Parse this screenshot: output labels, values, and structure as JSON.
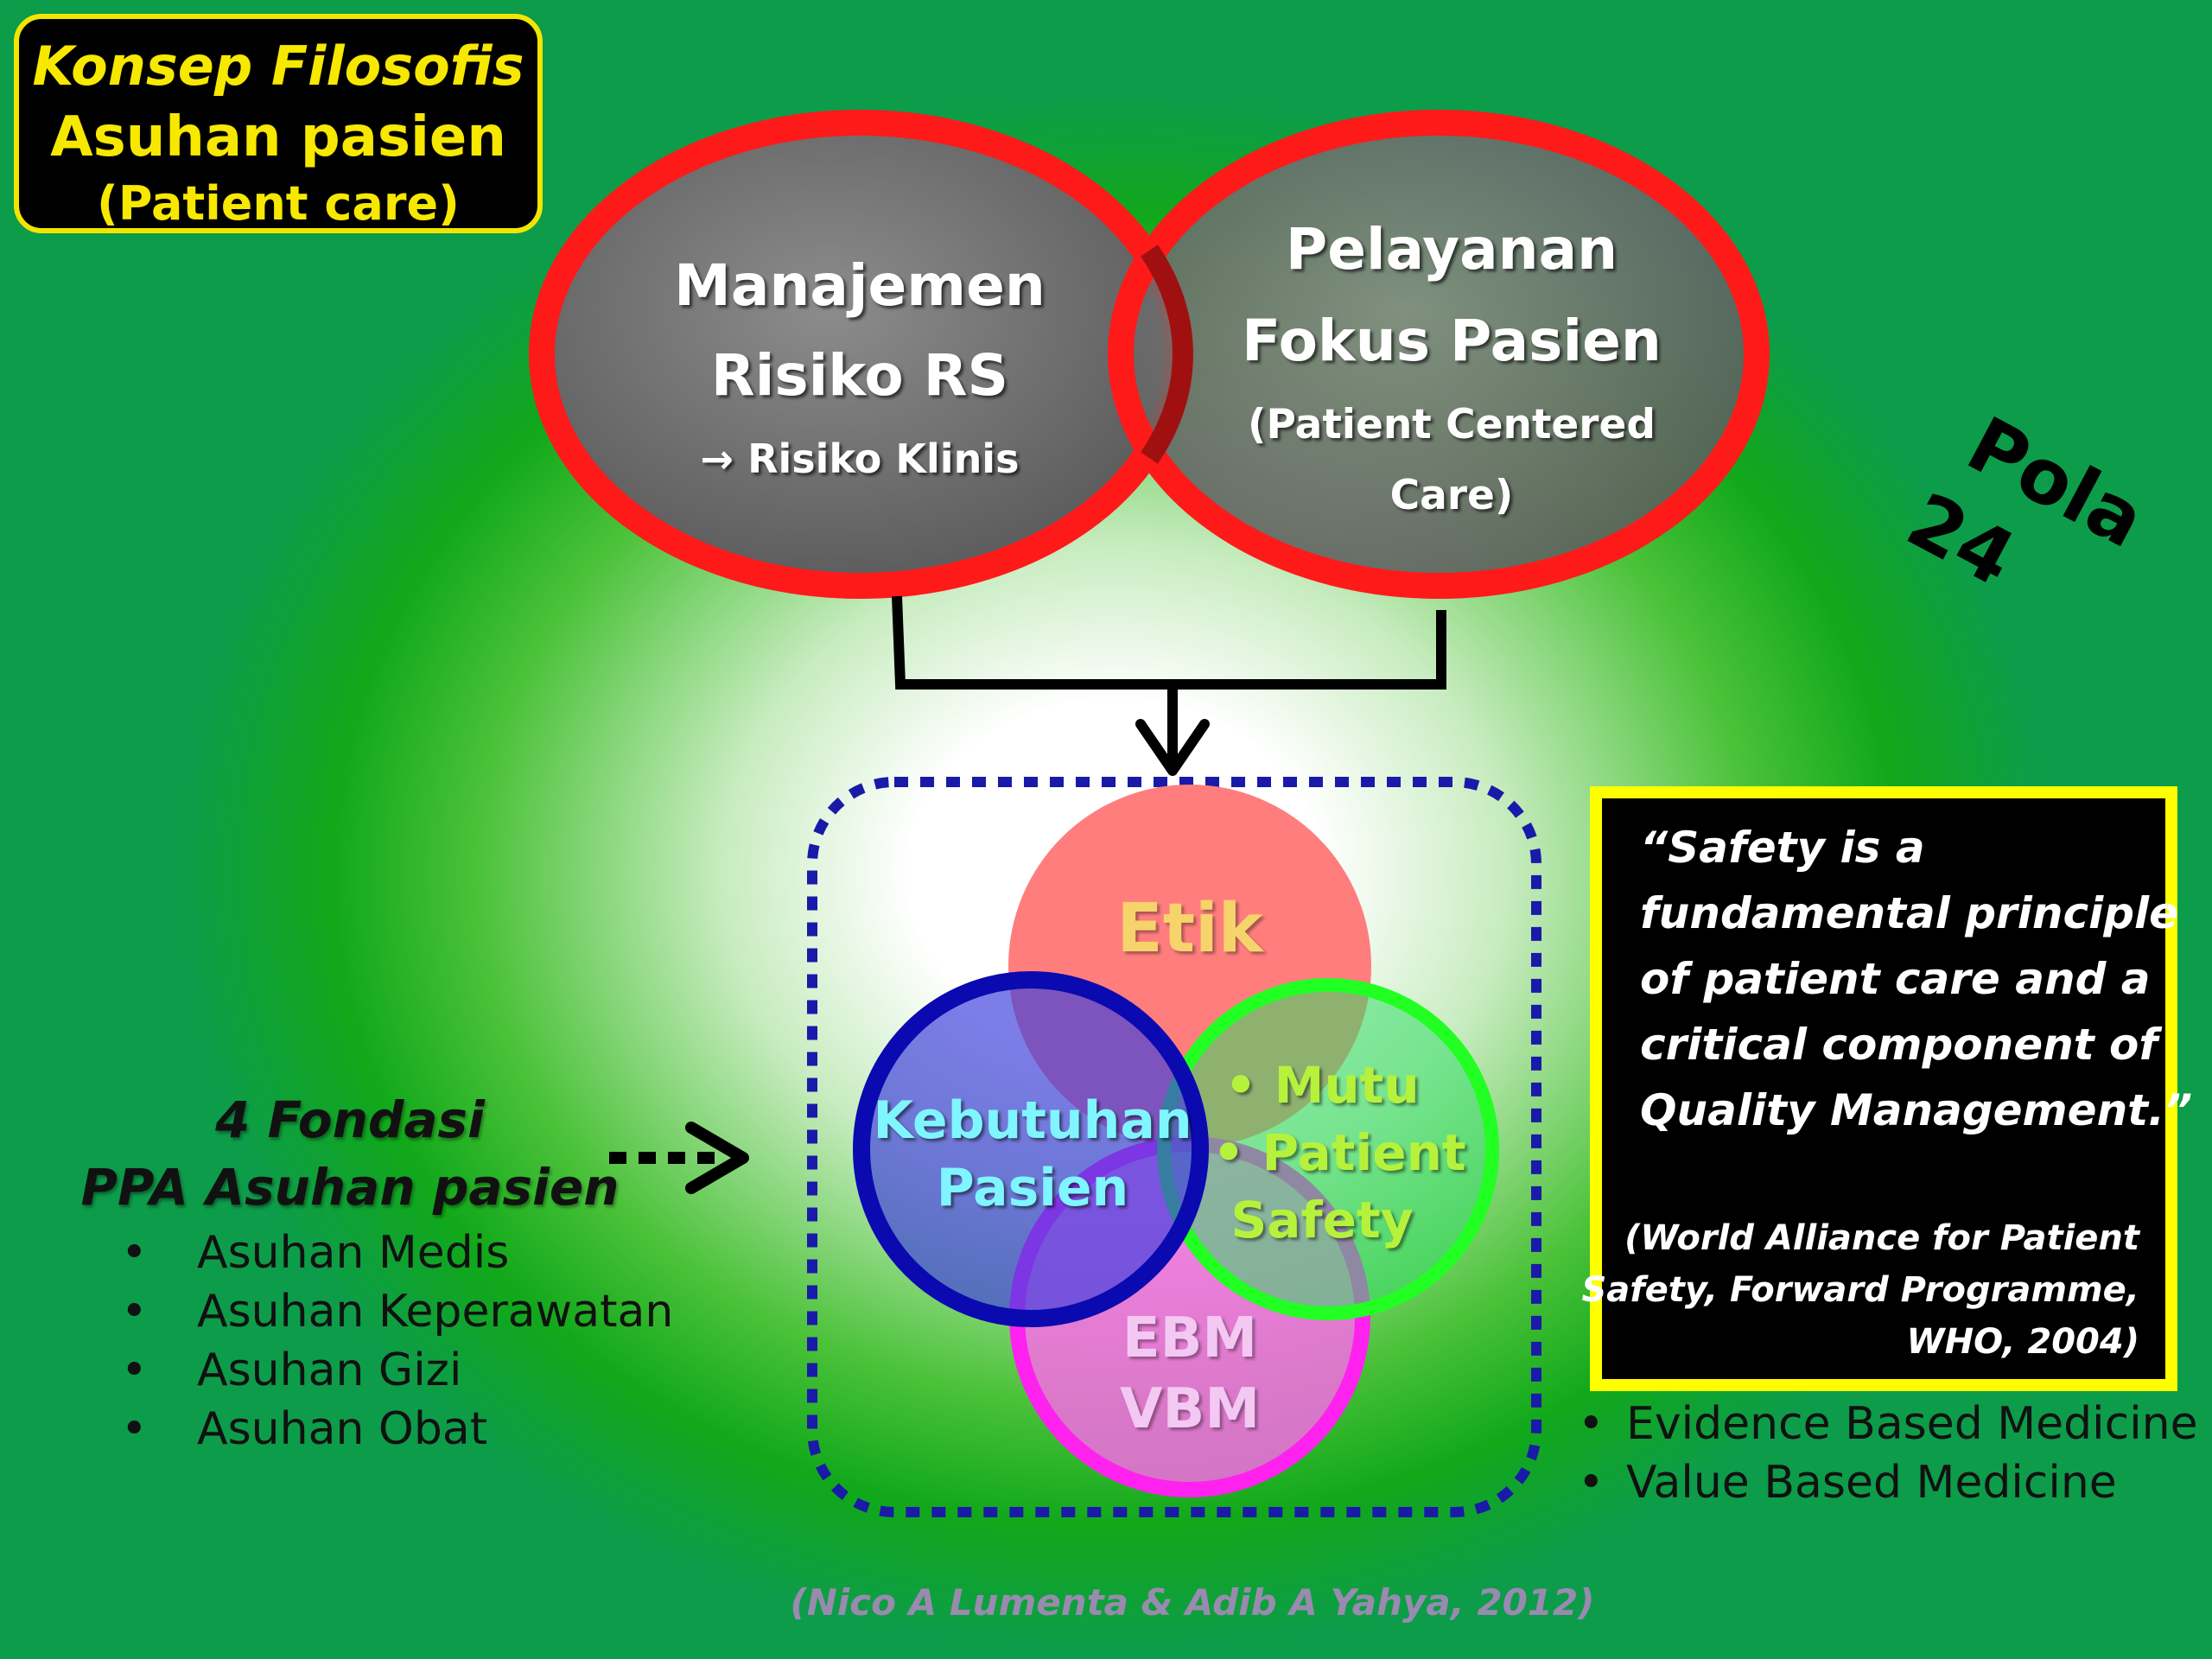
{
  "title": {
    "line1": "Konsep Filosofis",
    "line2": "Asuhan pasien",
    "line3": "(Patient care)"
  },
  "left_ellipse": {
    "line1": "Manajemen",
    "line2": "Risiko RS",
    "line3": "→ Risiko Klinis"
  },
  "right_ellipse": {
    "line1": "Pelayanan",
    "line2": "Fokus Pasien",
    "line3": "(Patient Centered",
    "line4": "Care)"
  },
  "side_label": {
    "line1": "Pola",
    "line2": "24"
  },
  "circles": {
    "etik": "Etik",
    "kebutuhan": {
      "line1": "Kebutuhan",
      "line2": "Pasien"
    },
    "mutu": {
      "line1": "• Mutu",
      "line2": "• Patient",
      "line3": "Safety"
    },
    "ebm": {
      "line1": "EBM",
      "line2": "VBM"
    }
  },
  "fondasi": {
    "heading1": "4 Fondasi",
    "heading2": "PPA Asuhan pasien",
    "items": [
      "Asuhan Medis",
      "Asuhan Keperawatan",
      "Asuhan Gizi",
      "Asuhan Obat"
    ]
  },
  "quote": {
    "lines": [
      "“Safety is a",
      "fundamental principle",
      "of patient care and a",
      "critical component of",
      "Quality Management.”"
    ],
    "source": [
      "(World Alliance for Patient",
      "Safety, Forward Programme,",
      "WHO, 2004)"
    ]
  },
  "medicine_list": [
    "Evidence Based Medicine",
    "Value Based Medicine"
  ],
  "credit": "(Nico A Lumenta & Adib A Yahya,  2012)",
  "colors": {
    "ellipse_border": "#ff1a1a",
    "ellipse_fill": "#6f6f6f",
    "etik": "#ff8080",
    "kebutuhan": "#2222cc",
    "mutu": "#22ee22",
    "ebm": "#ff33ee",
    "dotted": "#1a1aa8",
    "title_text": "#f7e800"
  }
}
